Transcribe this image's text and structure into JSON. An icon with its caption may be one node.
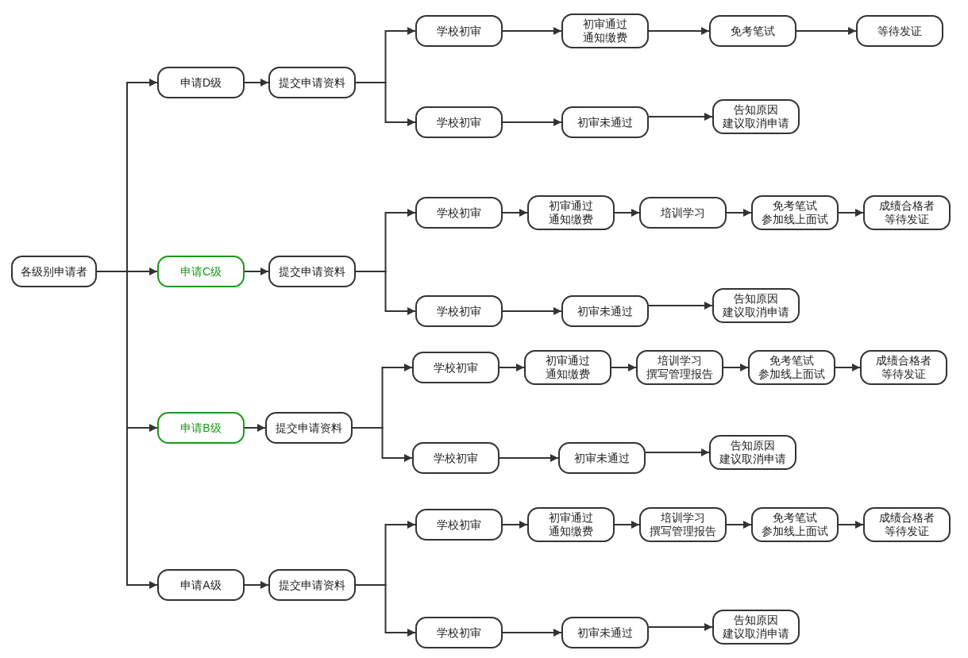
{
  "diagram": {
    "nodes": [
      {
        "text": [
          "各级别申请者"
        ]
      },
      {
        "text": [
          "申请D级"
        ]
      },
      {
        "text": [
          "提交申请资料"
        ]
      },
      {
        "text": [
          "学校初审"
        ]
      },
      {
        "text": [
          "初审通过通知缴费"
        ]
      },
      {
        "text": [
          "免考笔试"
        ]
      },
      {
        "text": [
          "等待发证"
        ]
      },
      {
        "text": [
          "学校初审"
        ]
      },
      {
        "text": [
          "初审未通过"
        ]
      },
      {
        "text": [
          "告知原因建议取消申请"
        ]
      },
      {
        "text": [
          "申请C级"
        ]
      },
      {
        "text": [
          "提交申请资料"
        ]
      },
      {
        "text": [
          "学校初审"
        ]
      },
      {
        "text": [
          "初审通过通知缴费"
        ]
      },
      {
        "text": [
          "培训学习"
        ]
      },
      {
        "text": [
          "免考笔试参加线上面试"
        ]
      },
      {
        "text": [
          "成绩合格者等待发证"
        ]
      },
      {
        "text": [
          "学校初审"
        ]
      },
      {
        "text": [
          "初审未通过"
        ]
      },
      {
        "text": [
          "告知原因建议取消申请"
        ]
      },
      {
        "text": [
          "申请B级"
        ]
      },
      {
        "text": [
          "提交申请资料"
        ]
      },
      {
        "text": [
          "学校初审"
        ]
      },
      {
        "text": [
          "初审通过通知缴费"
        ]
      },
      {
        "text": [
          "培训学习撰写管理报告"
        ]
      },
      {
        "text": [
          "免考笔试参加线上面试"
        ]
      },
      {
        "text": [
          "成绩合格者等待发证"
        ]
      },
      {
        "text": [
          "学校初审"
        ]
      },
      {
        "text": [
          "初审未通过"
        ]
      },
      {
        "text": [
          "告知原因建议取消申请"
        ]
      },
      {
        "text": [
          "申请A级"
        ]
      },
      {
        "text": [
          "提交申请资料"
        ]
      },
      {
        "text": [
          "学校初审"
        ]
      },
      {
        "text": [
          "初审通过通知缴费"
        ]
      },
      {
        "text": [
          "培训学习撰写管理报告"
        ]
      },
      {
        "text": [
          "免考笔试参加线上面试"
        ]
      },
      {
        "text": [
          "成绩合格者等待发证"
        ]
      },
      {
        "text": [
          "学校初审"
        ]
      },
      {
        "text": [
          "初审未通过"
        ]
      },
      {
        "text": [
          "告知原因建议取消申请"
        ]
      }
    ],
    "edges": [
      {
        "from": 0,
        "to": 1,
        "arrow": "to"
      },
      {
        "from": 0,
        "to": 10,
        "arrow": "to"
      },
      {
        "from": 0,
        "to": 20,
        "arrow": "to"
      },
      {
        "from": 0,
        "to": 30,
        "arrow": "to"
      },
      {
        "from": 1,
        "to": 2,
        "arrow": "to"
      },
      {
        "from": 2,
        "to": 3,
        "arrow": "to"
      },
      {
        "from": 2,
        "to": 7,
        "arrow": "to"
      },
      {
        "from": 3,
        "to": 4,
        "arrow": "to"
      },
      {
        "from": 4,
        "to": 5,
        "arrow": "to"
      },
      {
        "from": 5,
        "to": 6,
        "arrow": "to"
      },
      {
        "from": 7,
        "to": 8,
        "arrow": "to"
      },
      {
        "from": 8,
        "to": 9,
        "arrow": "to"
      },
      {
        "from": 10,
        "to": 11,
        "arrow": "to"
      },
      {
        "from": 11,
        "to": 12,
        "arrow": "to"
      },
      {
        "from": 11,
        "to": 17,
        "arrow": "to"
      },
      {
        "from": 12,
        "to": 13,
        "arrow": "to"
      },
      {
        "from": 13,
        "to": 14,
        "arrow": "to"
      },
      {
        "from": 14,
        "to": 15,
        "arrow": "to"
      },
      {
        "from": 15,
        "to": 16,
        "arrow": "to"
      },
      {
        "from": 17,
        "to": 18,
        "arrow": "to"
      },
      {
        "from": 18,
        "to": 19,
        "arrow": "to"
      },
      {
        "from": 20,
        "to": 21,
        "arrow": "to"
      },
      {
        "from": 21,
        "to": 22,
        "arrow": "to"
      },
      {
        "from": 21,
        "to": 27,
        "arrow": "to"
      },
      {
        "from": 22,
        "to": 23,
        "arrow": "to"
      },
      {
        "from": 23,
        "to": 24,
        "arrow": "to"
      },
      {
        "from": 24,
        "to": 25,
        "arrow": "to"
      },
      {
        "from": 25,
        "to": 26,
        "arrow": "to"
      },
      {
        "from": 27,
        "to": 28,
        "arrow": "to"
      },
      {
        "from": 28,
        "to": 29,
        "arrow": "to"
      },
      {
        "from": 30,
        "to": 31,
        "arrow": "to"
      },
      {
        "from": 31,
        "to": 32,
        "arrow": "to"
      },
      {
        "from": 31,
        "to": 37,
        "arrow": "to"
      },
      {
        "from": 32,
        "to": 33,
        "arrow": "to"
      },
      {
        "from": 33,
        "to": 34,
        "arrow": "to"
      },
      {
        "from": 34,
        "to": 35,
        "arrow": "to"
      },
      {
        "from": 35,
        "to": 36,
        "arrow": "to"
      },
      {
        "from": 37,
        "to": 38,
        "arrow": "to"
      },
      {
        "from": 38,
        "to": 39,
        "arrow": "to"
      }
    ]
  }
}
